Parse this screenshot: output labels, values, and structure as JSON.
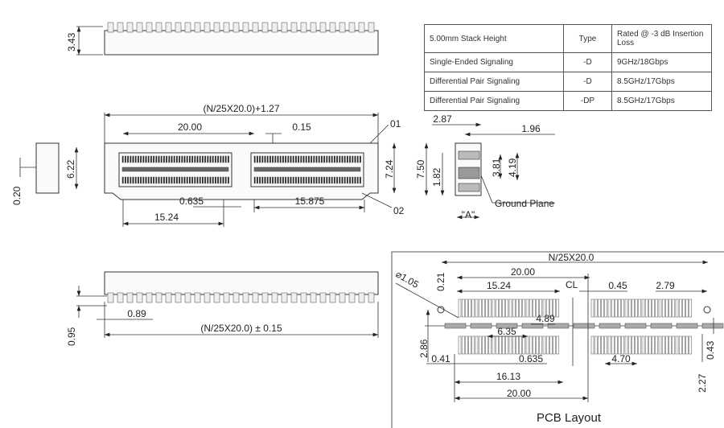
{
  "table": {
    "header": [
      "5.00mm Stack Height",
      "Type",
      "Rated    @ -3  dB Insertion Loss"
    ],
    "rows": [
      [
        "Single-Ended Signaling",
        "-D",
        "9GHz/18Gbps"
      ],
      [
        "Differential Pair Signaling",
        "-D",
        "8.5GHz/17Gbps"
      ],
      [
        "Differential Pair Signaling",
        "-DP",
        "8.5GHz/17Gbps"
      ]
    ]
  },
  "top_view": {
    "height": "3.43"
  },
  "front_view": {
    "overall": "(N/25X20.0)+1.27",
    "pitch_20": "20.00",
    "gap": "0.15",
    "callout_01": "01",
    "callout_02": "02",
    "height_724": "7.24",
    "height_622": "6.22",
    "pin_pitch": "0.635",
    "width_15875": "15.875",
    "width_1524": "15.24",
    "side_020": "0.20"
  },
  "side_view": {
    "d287": "2.87",
    "d196": "1.96",
    "d750": "7.50",
    "d182": "1.82",
    "d381": "3.81",
    "d419": "4.19",
    "ground_plane": "Ground Plane",
    "view_a": "\"A\""
  },
  "bottom_view": {
    "d089": "0.89",
    "overall": "(N/25X20.0) ± 0.15",
    "d095": "0.95"
  },
  "pcb": {
    "title": "PCB Layout",
    "overall": "N/25X20.0",
    "d2000_top": "20.00",
    "d1524": "15.24",
    "centerline": "CL",
    "d045": "0.45",
    "d279": "2.79",
    "hole": "⌀1.05",
    "d021": "0.21",
    "d489": "4.89",
    "d635": "6.35",
    "d286": "2.86",
    "d041": "0.41",
    "d0635": "0.635",
    "d470": "4.70",
    "d043": "0.43",
    "d227": "2.27",
    "d1613": "16.13",
    "d2000_bottom": "20.00"
  }
}
